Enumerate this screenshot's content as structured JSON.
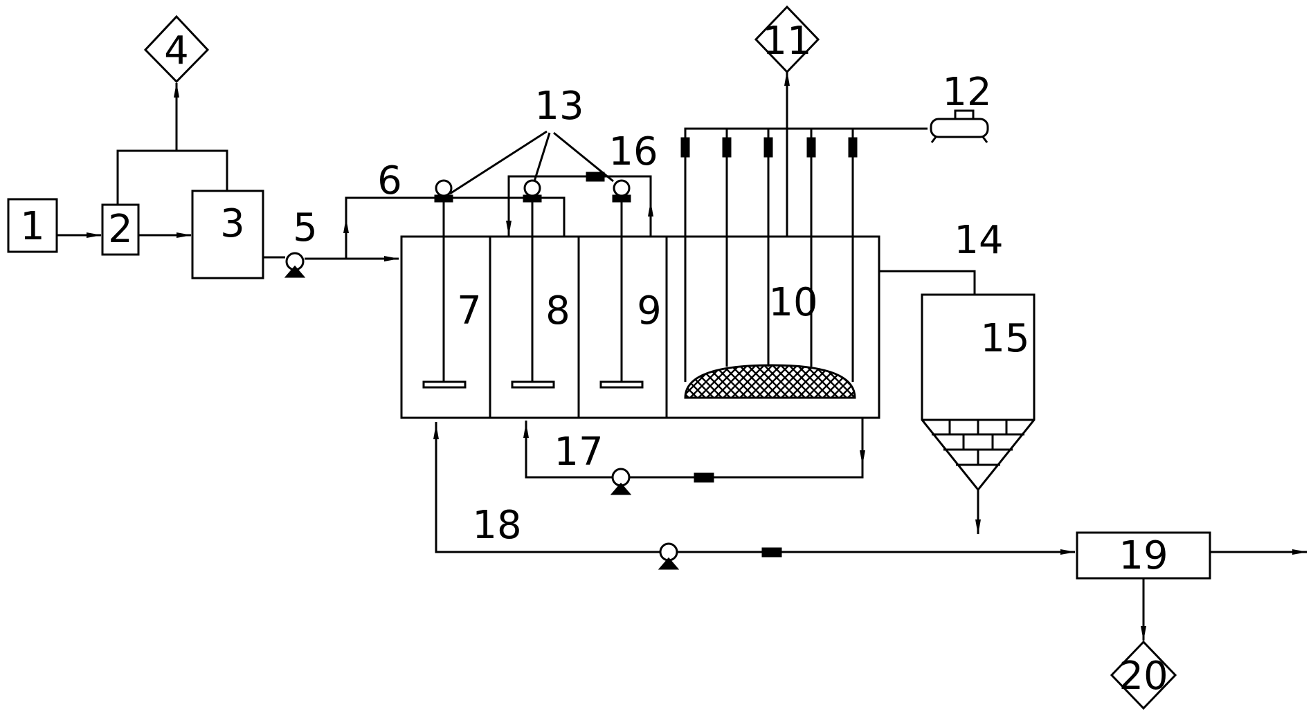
{
  "labels": {
    "n1": "1",
    "n2": "2",
    "n3": "3",
    "n4": "4",
    "n5": "5",
    "n6": "6",
    "n7": "7",
    "n8": "8",
    "n9": "9",
    "n10": "10",
    "n11": "11",
    "n12": "12",
    "n13": "13",
    "n14": "14",
    "n15": "15",
    "n16": "16",
    "n17": "17",
    "n18": "18",
    "n19": "19",
    "n20": "20"
  }
}
